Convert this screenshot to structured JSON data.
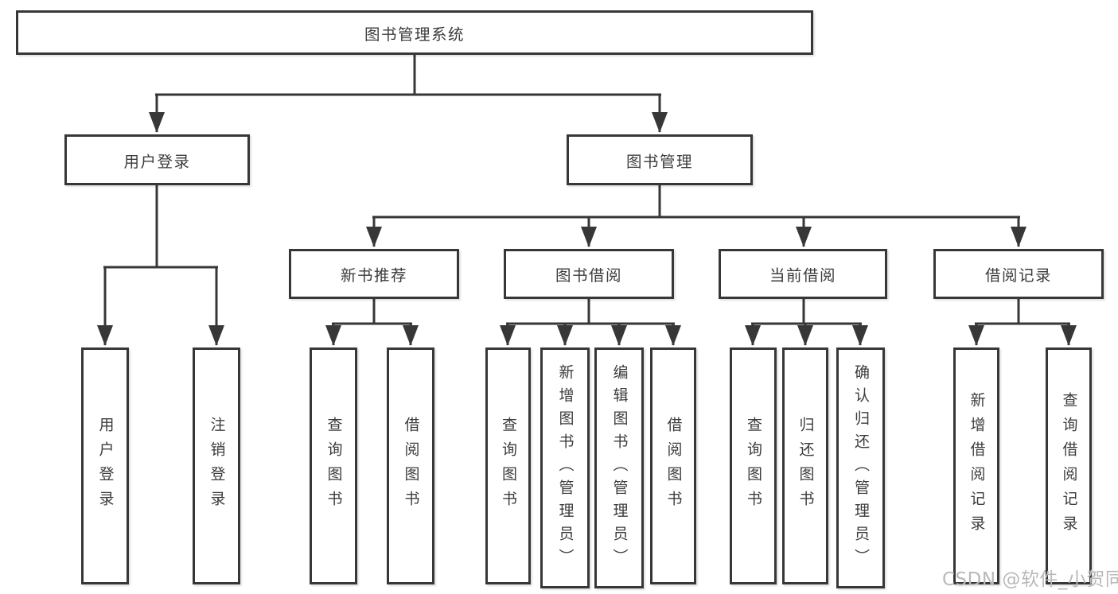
{
  "colors": {
    "line": "#373737",
    "box_border": "#373737",
    "text": "#3c3c3c",
    "box_fill": "#ffffff",
    "watermark_color": "#b9b9b9",
    "background": "#ffffff"
  },
  "diagram": {
    "root": {
      "label": "图书管理系统"
    },
    "level2": [
      {
        "label": "用户登录"
      },
      {
        "label": "图书管理"
      }
    ],
    "level3": [
      {
        "label": "新书推荐"
      },
      {
        "label": "图书借阅"
      },
      {
        "label": "当前借阅"
      },
      {
        "label": "借阅记录"
      }
    ],
    "leaves": {
      "user_login": [
        "用户登录",
        "注销登录"
      ],
      "new_book_recommend": [
        "查询图书",
        "借阅图书"
      ],
      "book_borrow": [
        "查询图书",
        "新增图书（管理员）",
        "编辑图书（管理员）",
        "借阅图书"
      ],
      "current_borrow": [
        "查询图书",
        "归还图书",
        "确认归还（管理员）"
      ],
      "borrow_record": [
        "新增借阅记录",
        "查询借阅记录"
      ]
    }
  },
  "watermark": {
    "text": "CSDN @软件_小贺同学"
  }
}
